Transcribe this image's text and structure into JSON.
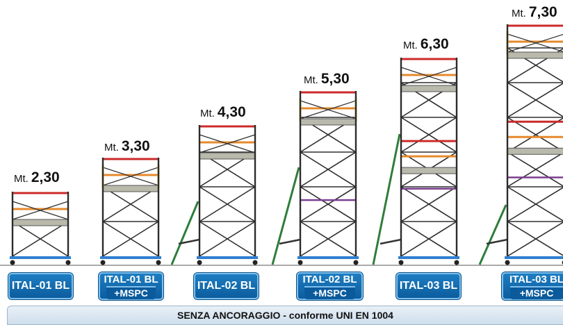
{
  "models": [
    {
      "height_prefix": "Mt.",
      "height_value": "2,30",
      "label": "ITAL-01 BL",
      "sub_label": ""
    },
    {
      "height_prefix": "Mt.",
      "height_value": "3,30",
      "label": "ITAL-01 BL",
      "sub_label": "+MSPC"
    },
    {
      "height_prefix": "Mt.",
      "height_value": "4,30",
      "label": "ITAL-02 BL",
      "sub_label": ""
    },
    {
      "height_prefix": "Mt.",
      "height_value": "5,30",
      "label": "ITAL-02 BL",
      "sub_label": "+MSPC"
    },
    {
      "height_prefix": "Mt.",
      "height_value": "6,30",
      "label": "ITAL-03 BL",
      "sub_label": ""
    },
    {
      "height_prefix": "Mt.",
      "height_value": "7,30",
      "label": "ITAL-03 BL",
      "sub_label": "+MSPC"
    }
  ],
  "footer": {
    "text": "SENZA ANCORAGGIO - conforme UNI EN 1004"
  },
  "colors": {
    "frame": "#2b2b2b",
    "brace": "#2f2f2f",
    "guardrail_red": "#cc2a2a",
    "guardrail_orange": "#e58a2c",
    "toeboard_yellow": "#d9c24a",
    "platform": "#b9b9ac",
    "stabilizer": "#2e7d3a",
    "base": "#2f7fd0",
    "mid_rail": "#7a3f8f",
    "badge": "#0b5b9c"
  }
}
